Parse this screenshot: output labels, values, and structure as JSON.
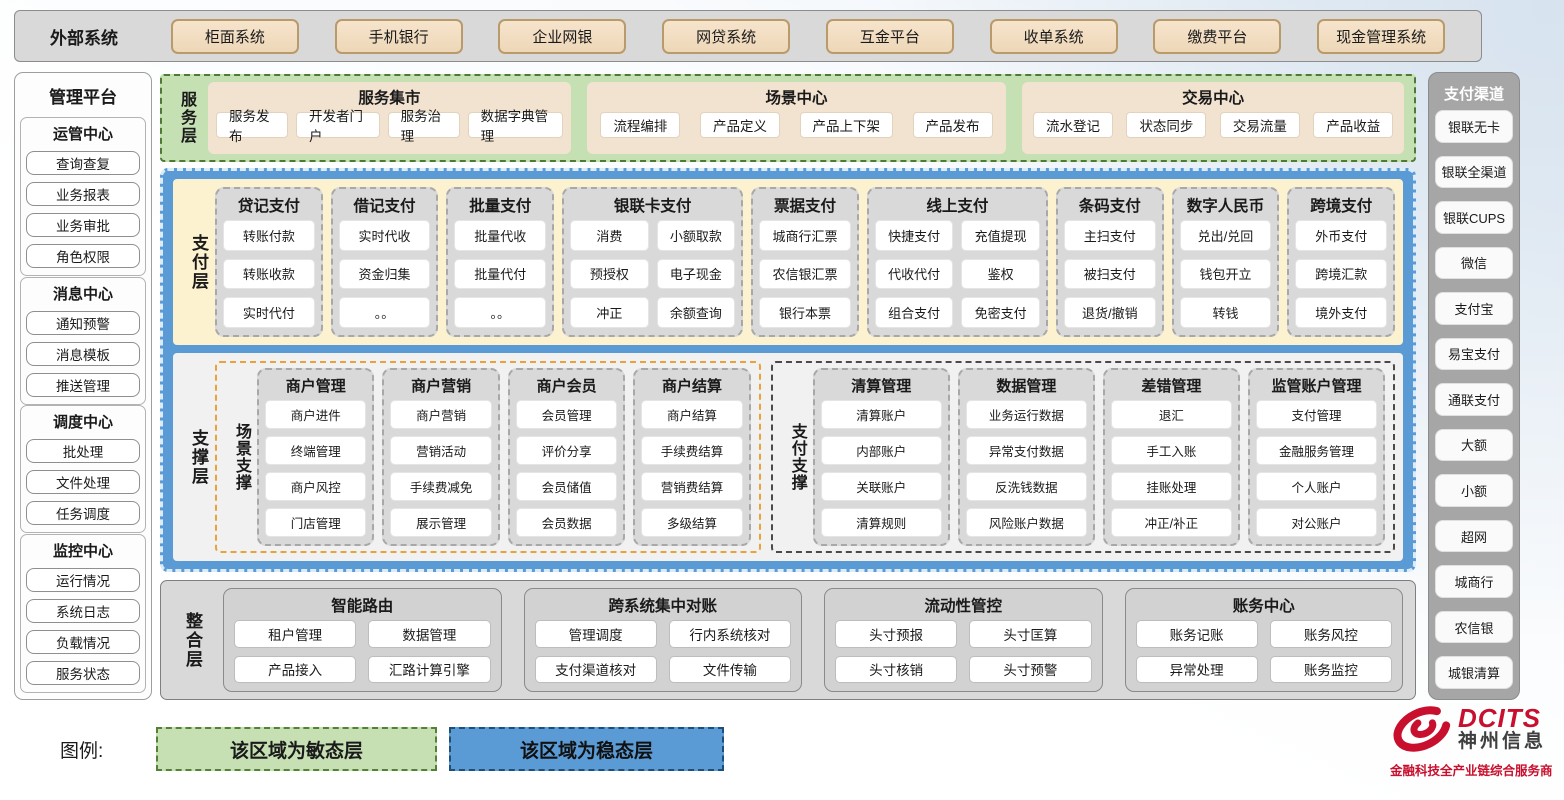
{
  "external_systems": {
    "title": "外部系统",
    "items": [
      "柜面系统",
      "手机银行",
      "企业网银",
      "网贷系统",
      "互金平台",
      "收单系统",
      "缴费平台",
      "现金管理系统"
    ]
  },
  "management_platform": {
    "title": "管理平台",
    "groups": [
      {
        "title": "运管中心",
        "items": [
          "查询查复",
          "业务报表",
          "业务审批",
          "角色权限"
        ]
      },
      {
        "title": "消息中心",
        "items": [
          "通知预警",
          "消息模板",
          "推送管理"
        ]
      },
      {
        "title": "调度中心",
        "items": [
          "批处理",
          "文件处理",
          "任务调度"
        ]
      },
      {
        "title": "监控中心",
        "items": [
          "运行情况",
          "系统日志",
          "负载情况",
          "服务状态"
        ]
      }
    ]
  },
  "service_layer": {
    "label": "服务层",
    "groups": [
      {
        "title": "服务集市",
        "items": [
          "服务发布",
          "开发者门户",
          "服务治理",
          "数据字典管理"
        ]
      },
      {
        "title": "场景中心",
        "items": [
          "流程编排",
          "产品定义",
          "产品上下架",
          "产品发布"
        ]
      },
      {
        "title": "交易中心",
        "items": [
          "流水登记",
          "状态同步",
          "交易流量",
          "产品收益"
        ]
      }
    ]
  },
  "payment_layer": {
    "label": "支付层",
    "columns": [
      {
        "title": "贷记支付",
        "cols": 1,
        "items": [
          "转账付款",
          "转账收款",
          "实时代付"
        ]
      },
      {
        "title": "借记支付",
        "cols": 1,
        "items": [
          "实时代收",
          "资金归集",
          "。。"
        ]
      },
      {
        "title": "批量支付",
        "cols": 1,
        "items": [
          "批量代收",
          "批量代付",
          "。。"
        ]
      },
      {
        "title": "银联卡支付",
        "cols": 2,
        "items": [
          "消费",
          "小额取款",
          "预授权",
          "电子现金",
          "冲正",
          "余额查询"
        ]
      },
      {
        "title": "票据支付",
        "cols": 1,
        "items": [
          "城商行汇票",
          "农信银汇票",
          "银行本票"
        ]
      },
      {
        "title": "线上支付",
        "cols": 2,
        "items": [
          "快捷支付",
          "充值提现",
          "代收代付",
          "鉴权",
          "组合支付",
          "免密支付"
        ]
      },
      {
        "title": "条码支付",
        "cols": 1,
        "items": [
          "主扫支付",
          "被扫支付",
          "退货/撤销"
        ]
      },
      {
        "title": "数字人民币",
        "cols": 1,
        "items": [
          "兑出/兑回",
          "钱包开立",
          "转钱"
        ]
      },
      {
        "title": "跨境支付",
        "cols": 1,
        "items": [
          "外币支付",
          "跨境汇款",
          "境外支付"
        ]
      }
    ]
  },
  "support_layer": {
    "label": "支撑层",
    "sections": [
      {
        "label": "场景支撑",
        "style": "orange",
        "columns": [
          {
            "title": "商户管理",
            "items": [
              "商户进件",
              "终端管理",
              "商户风控",
              "门店管理"
            ]
          },
          {
            "title": "商户营销",
            "items": [
              "商户营销",
              "营销活动",
              "手续费减免",
              "展示管理"
            ]
          },
          {
            "title": "商户会员",
            "items": [
              "会员管理",
              "评价分享",
              "会员储值",
              "会员数据"
            ]
          },
          {
            "title": "商户结算",
            "items": [
              "商户结算",
              "手续费结算",
              "营销费结算",
              "多级结算"
            ]
          }
        ]
      },
      {
        "label": "支付支撑",
        "style": "dark",
        "columns": [
          {
            "title": "清算管理",
            "items": [
              "清算账户",
              "内部账户",
              "关联账户",
              "清算规则"
            ]
          },
          {
            "title": "数据管理",
            "items": [
              "业务运行数据",
              "异常支付数据",
              "反洗钱数据",
              "风险账户数据"
            ]
          },
          {
            "title": "差错管理",
            "items": [
              "退汇",
              "手工入账",
              "挂账处理",
              "冲正/补正"
            ]
          },
          {
            "title": "监管账户管理",
            "items": [
              "支付管理",
              "金融服务管理",
              "个人账户",
              "对公账户"
            ]
          }
        ]
      }
    ]
  },
  "integration_layer": {
    "label": "整合层",
    "groups": [
      {
        "title": "智能路由",
        "items": [
          "租户管理",
          "数据管理",
          "产品接入",
          "汇路计算引擎"
        ]
      },
      {
        "title": "跨系统集中对账",
        "items": [
          "管理调度",
          "行内系统核对",
          "支付渠道核对",
          "文件传输"
        ]
      },
      {
        "title": "流动性管控",
        "items": [
          "头寸预报",
          "头寸匡算",
          "头寸核销",
          "头寸预警"
        ]
      },
      {
        "title": "账务中心",
        "items": [
          "账务记账",
          "账务风控",
          "异常处理",
          "账务监控"
        ]
      }
    ]
  },
  "payment_channels": {
    "title": "支付渠道",
    "items": [
      "银联无卡",
      "银联全渠道",
      "银联CUPS",
      "微信",
      "支付宝",
      "易宝支付",
      "通联支付",
      "大额",
      "小额",
      "超网",
      "城商行",
      "农信银",
      "城银清算"
    ]
  },
  "legend": {
    "label": "图例:",
    "items": [
      {
        "text": "该区域为敏态层",
        "style": "green"
      },
      {
        "text": "该区域为稳态层",
        "style": "blue"
      }
    ]
  },
  "logo": {
    "brand": "DCITS",
    "company": "神州信息",
    "tagline": "金融科技全产业链综合服务商"
  },
  "colors": {
    "agile_green": "#C6E0B4",
    "stable_blue": "#5B9BD5",
    "service_panel_tan": "#F2E3D1",
    "payment_cream": "#FCF2CF",
    "column_gray": "#D9D9D9",
    "channel_gray": "#A6A6A6",
    "external_button_tan": "#F2DCC2",
    "scene_dash_orange": "#E8A33D",
    "brand_red": "#C8102E"
  }
}
